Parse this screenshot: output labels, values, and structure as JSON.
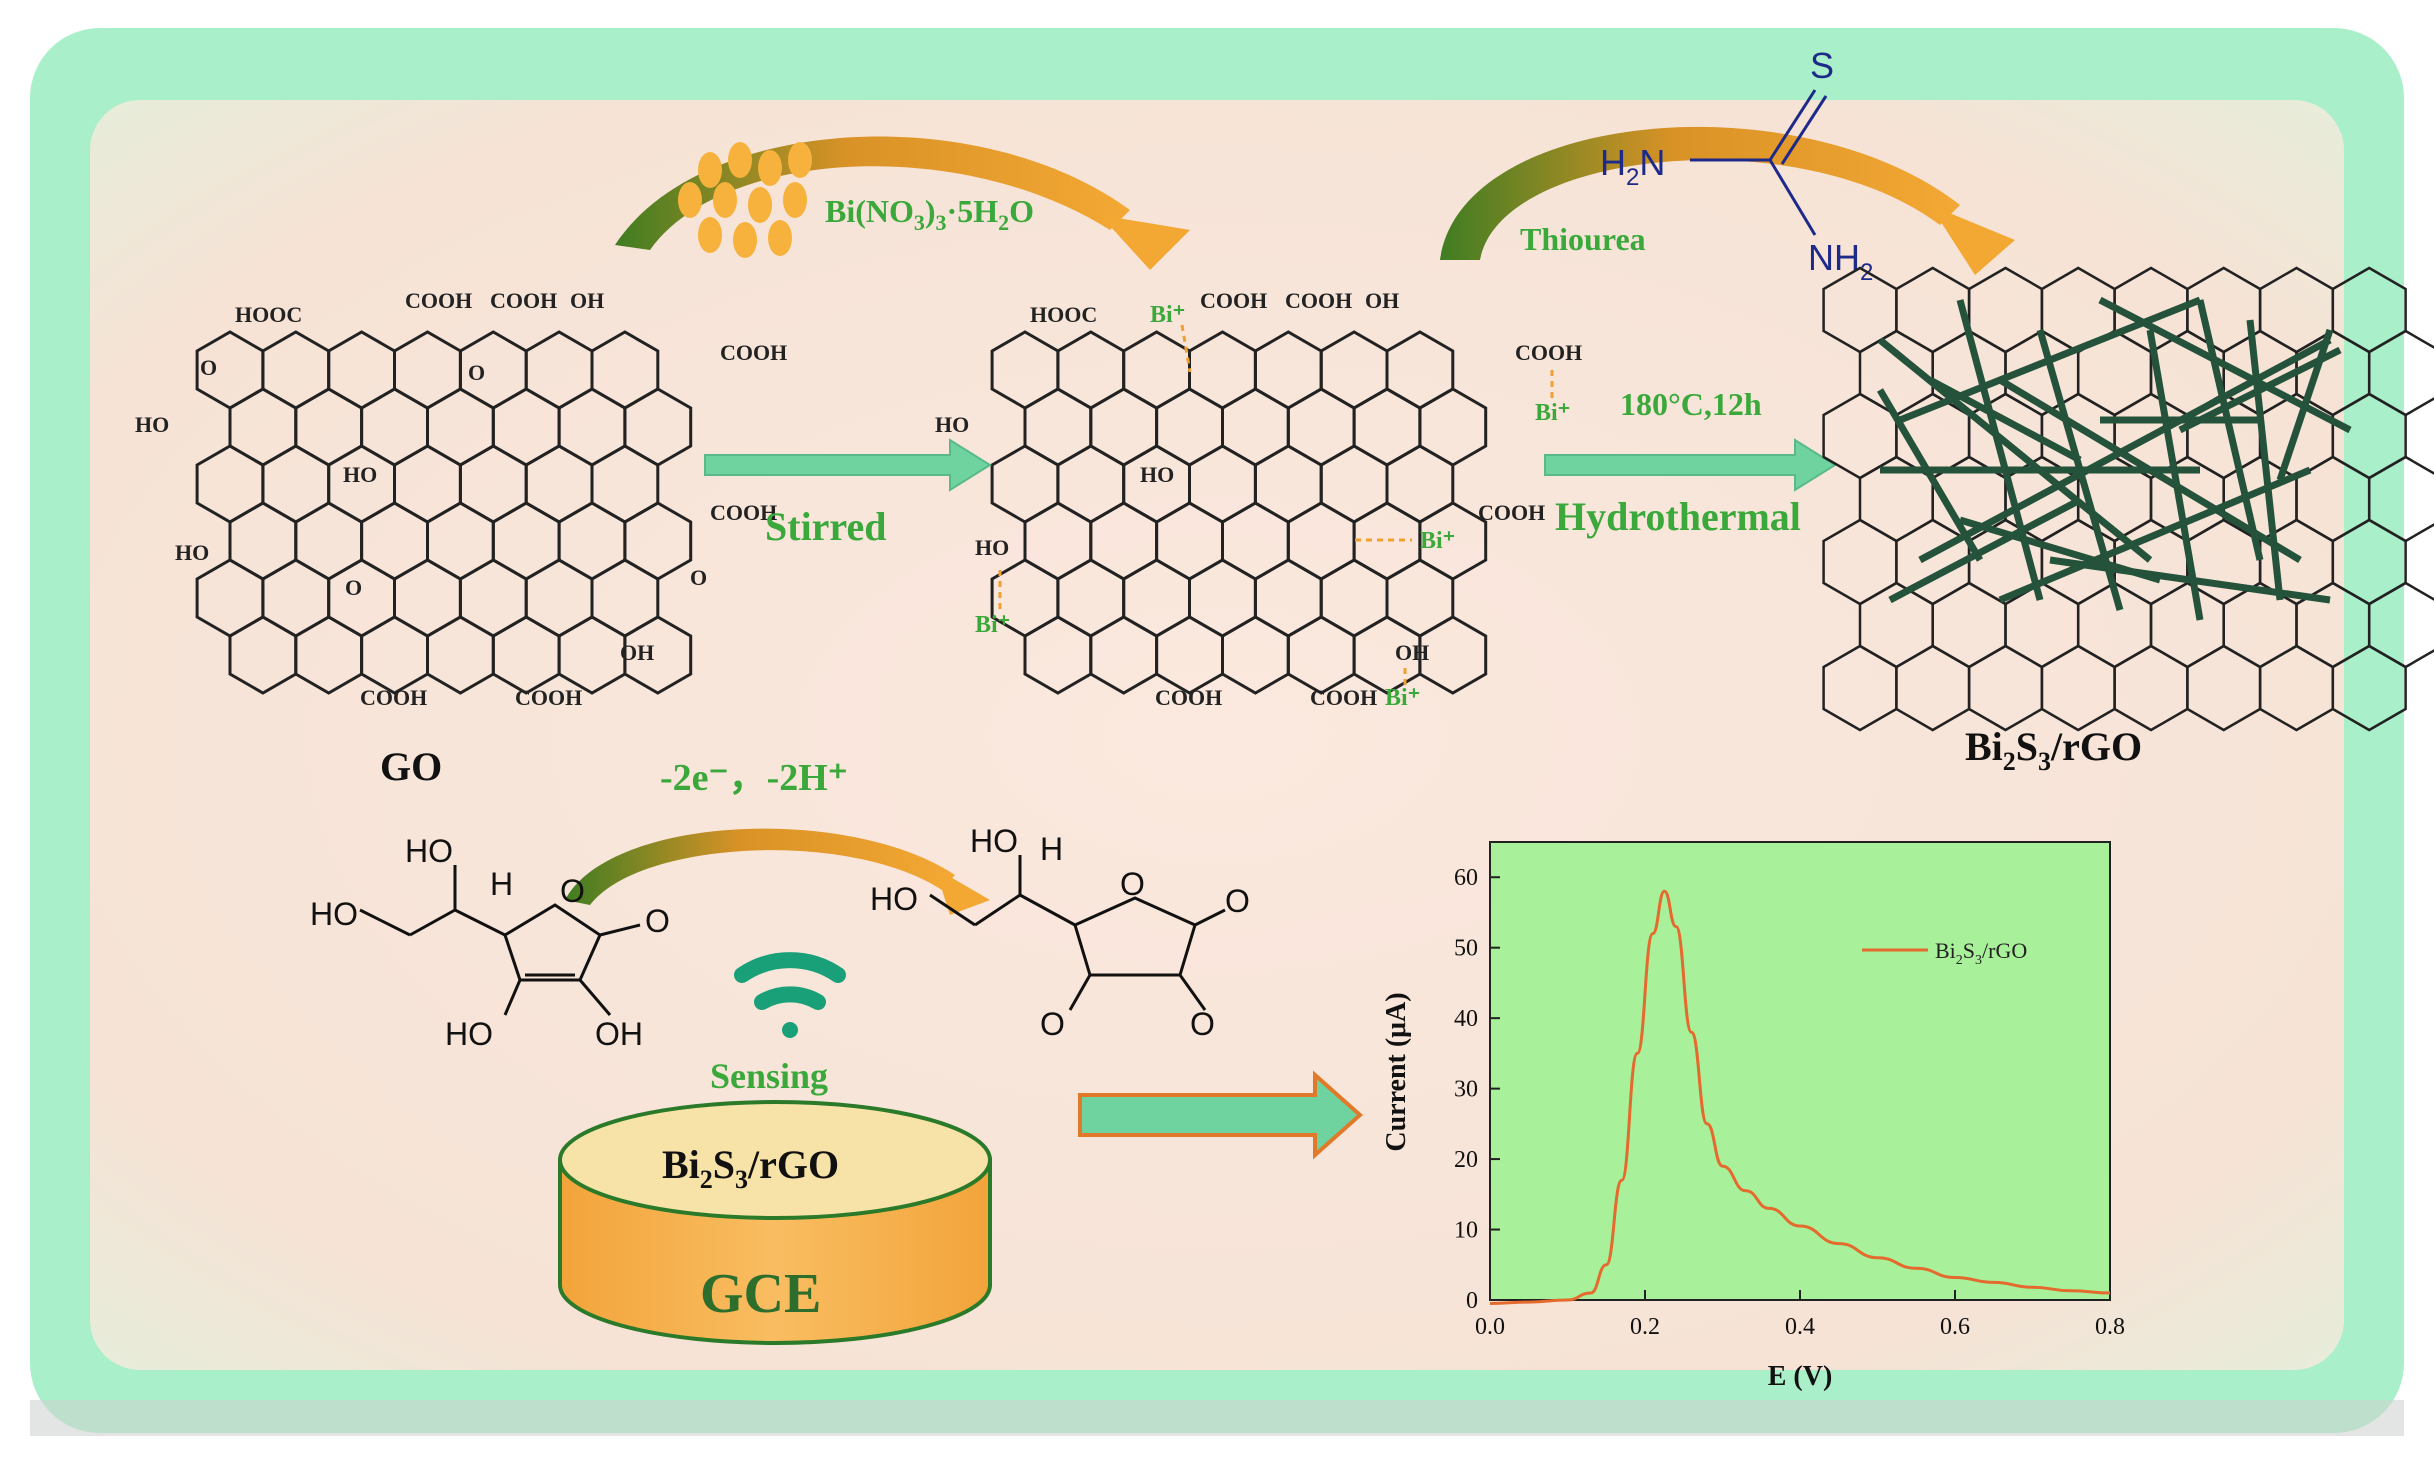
{
  "labels": {
    "go": "GO",
    "bi_salt": "Bi(NO3)3·5H2O",
    "thiourea": "Thiourea",
    "stirred": "Stirred",
    "hydro_temp": "180°C,12h",
    "hydrothermal": "Hydrothermal",
    "product": "Bi2S3/rGO",
    "redox": "-2e⁻，-2H⁺",
    "sensing": "Sensing",
    "electrode_coat": "Bi2S3/rGO",
    "electrode": "GCE",
    "bi_ion": "Bi⁺",
    "thio_s": "S",
    "thio_nh2_left": "H2N",
    "thio_nh2_right": "NH2",
    "cooh": "COOH",
    "hooc": "HOOC",
    "oh": "OH",
    "ho": "HO",
    "o": "O",
    "h": "H"
  },
  "chart_data": {
    "type": "line",
    "xlabel": "E (V)",
    "ylabel": "Current (μA)",
    "xlim": [
      0.0,
      0.8
    ],
    "ylim": [
      0,
      65
    ],
    "xticks": [
      "0.0",
      "0.2",
      "0.4",
      "0.6",
      "0.8"
    ],
    "yticks": [
      "0",
      "10",
      "20",
      "30",
      "40",
      "50",
      "60"
    ],
    "legend_position": "top-right",
    "series": [
      {
        "name": "Bi2S3/rGO",
        "color": "#e46a2e",
        "x": [
          0.0,
          0.05,
          0.1,
          0.13,
          0.15,
          0.17,
          0.19,
          0.21,
          0.225,
          0.24,
          0.26,
          0.28,
          0.3,
          0.33,
          0.36,
          0.4,
          0.45,
          0.5,
          0.55,
          0.6,
          0.65,
          0.7,
          0.75,
          0.8
        ],
        "y": [
          -0.5,
          -0.3,
          0.0,
          1.0,
          5.0,
          17.0,
          35.0,
          52.0,
          58.0,
          53.0,
          38.0,
          25.0,
          19.0,
          15.5,
          13.0,
          10.5,
          8.0,
          6.0,
          4.5,
          3.2,
          2.5,
          1.8,
          1.3,
          1.0
        ]
      }
    ]
  },
  "colors": {
    "frame_green": "#a9efc9",
    "panel_peach": "#f9e6dc",
    "arrow_orange": "#f0a030",
    "arrow_dark_green": "#3a7a22",
    "block_arrow": "#6fd3a0",
    "chart_bg": "#a9f09a",
    "electrode_fill": "#f7b04c",
    "text_green": "#3aa83a",
    "gce_text": "#2d6e2d",
    "rod_green": "#24523a"
  }
}
